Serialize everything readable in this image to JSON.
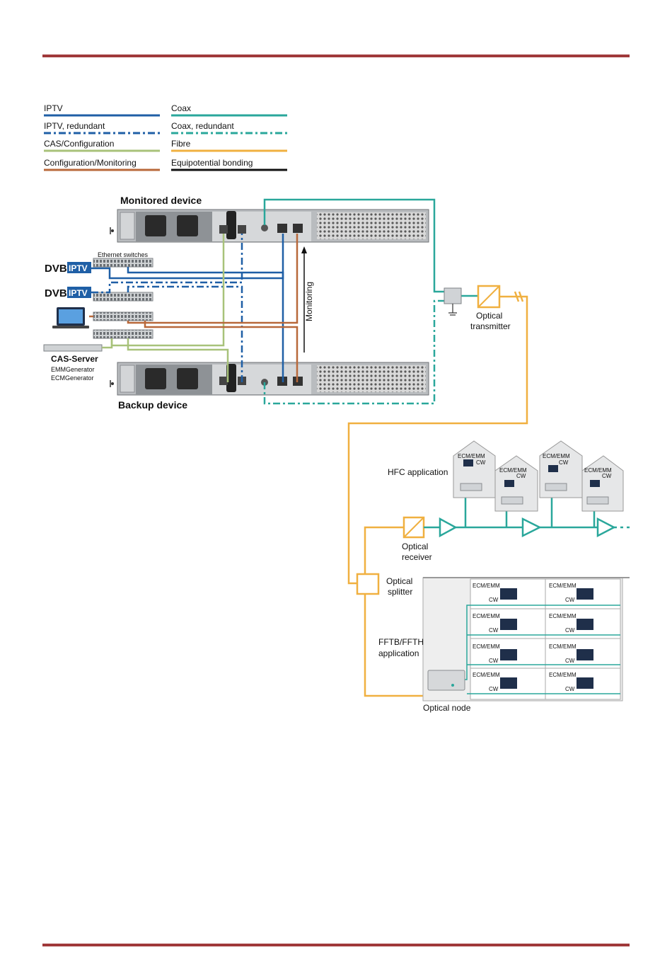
{
  "legend": {
    "iptv": "IPTV",
    "iptv_redundant": "IPTV, redundant",
    "cas_configuration": "CAS/Configuration",
    "configuration_monitoring": "Configuration/Monitoring",
    "coax": "Coax",
    "coax_redundant": "Coax, redundant",
    "fibre": "Fibre",
    "equipotential_bonding": "Equipotential bonding"
  },
  "colors": {
    "rule": "#a0393a",
    "iptv": "#1f5fa6",
    "cas": "#a8c27a",
    "config": "#b8683a",
    "coax": "#2aa79b",
    "fibre": "#f0b040",
    "bonding": "#111111"
  },
  "labels": {
    "monitored_device": "Monitored device",
    "backup_device": "Backup device",
    "ethernet_switches": "Ethernet switches",
    "monitoring": "Monitoring",
    "cas_server": "CAS-Server",
    "emm_generator": "EMMGenerator",
    "ecm_generator": "ECMGenerator",
    "optical_transmitter_1": "Optical",
    "optical_transmitter_2": "transmitter",
    "optical_receiver_1": "Optical",
    "optical_receiver_2": "receiver",
    "optical_splitter_1": "Optical",
    "optical_splitter_2": "splitter",
    "hfc_application": "HFC application",
    "fftb_1": "FFTB/FFTH",
    "fftb_2": "application",
    "optical_node": "Optical node",
    "dvb": "DVB",
    "iptv_logo": "IPTV",
    "ecm_emm": "ECM/EMM",
    "cw": "CW"
  }
}
